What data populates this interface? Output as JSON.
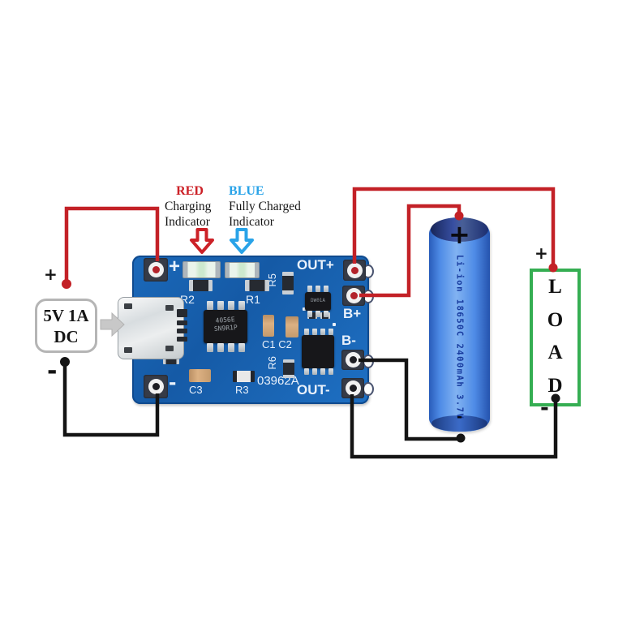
{
  "legend": {
    "red_indicator": {
      "label": "RED",
      "line1": "Charging",
      "line2": "Indicator",
      "color": "#cc2127"
    },
    "blue_indicator": {
      "label": "BLUE",
      "line1": "Fully Charged",
      "line2": "Indicator",
      "color": "#29a3e8"
    }
  },
  "input": {
    "plus": "+",
    "minus": "-",
    "source_line1": "5V 1A",
    "source_line2": "DC"
  },
  "board": {
    "silk_plus": "+",
    "silk_minus": "-",
    "pad_labels": {
      "out_plus": "OUT+",
      "b_plus": "B+",
      "b_minus": "B-",
      "out_minus": "OUT-"
    },
    "ref_labels": {
      "r1": "R1",
      "r2": "R2",
      "r3": "R3",
      "r5": "R5",
      "r6": "R6",
      "c1_c2": "C1 C2",
      "c3": "C3"
    },
    "part_number": "03962A",
    "main_chip": {
      "line1": "4056E",
      "line2": "SN9R1P"
    },
    "protection_chip": "DW01A",
    "pcb_color": "#1761af"
  },
  "battery": {
    "plus": "+",
    "minus": "-",
    "label": "Li-ion 18650C 2400mAh 3.7V",
    "body_color": "#4e8be6"
  },
  "load": {
    "letters": [
      "L",
      "O",
      "A",
      "D"
    ],
    "plus": "+",
    "minus": "-",
    "border_color": "#35ae52"
  },
  "wires": {
    "positive_color": "#c32127",
    "negative_color": "#141414"
  }
}
